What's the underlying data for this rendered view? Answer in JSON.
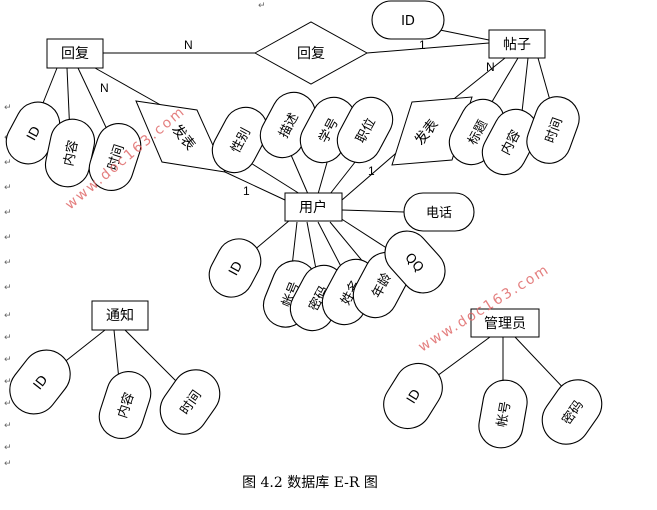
{
  "entities": {
    "reply": "回复",
    "post": "帖子",
    "user": "用户",
    "notice": "通知",
    "admin": "管理员"
  },
  "relationships": {
    "reply_rel": "回复",
    "publish_left": "发表",
    "publish_right": "发表"
  },
  "attributes": {
    "reply": [
      "ID",
      "内容",
      "时间"
    ],
    "post": [
      "ID",
      "标题",
      "内容",
      "时间"
    ],
    "user_top": [
      "性别",
      "描述",
      "学号",
      "职位"
    ],
    "user_phone": "电话",
    "user_bottom": [
      "ID",
      "帐号",
      "密码",
      "姓名",
      "年龄",
      "QQ"
    ],
    "notice": [
      "ID",
      "内容",
      "时间"
    ],
    "admin": [
      "ID",
      "帐号",
      "密码"
    ]
  },
  "cardinalities": {
    "reply_side": "N",
    "post_side": "1",
    "post_n": "N",
    "reply_n": "N",
    "user_left": "1",
    "user_right": "1"
  },
  "watermark": "www.doc163.com",
  "caption": "图 4.2 数据库 E-R 图",
  "paragraph_mark": "↵"
}
